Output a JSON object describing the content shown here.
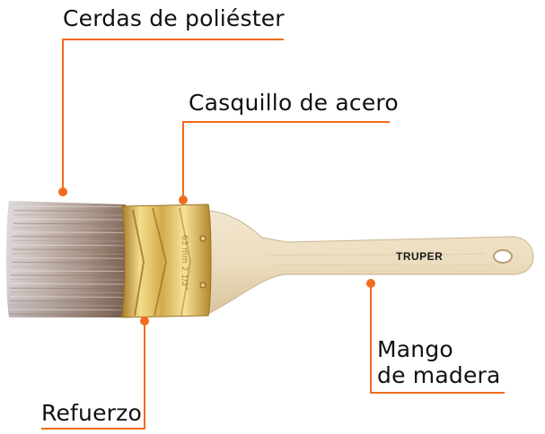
{
  "colors": {
    "accent": "#f26b1d",
    "bristle_light": "#cbc4c2",
    "bristle_mid": "#a69187",
    "bristle_dark": "#7d6455",
    "ferrule_gold": "#d9b45a",
    "handle_wood": "#eadbbf"
  },
  "labels": {
    "bristles": "Cerdas de poliéster",
    "ferrule": "Casquillo de acero",
    "handle_line1": "Mango",
    "handle_line2": "de madera",
    "reinforcement": "Refuerzo"
  },
  "brand": "TRUPER",
  "ferrule_stamp": "63 mm 2 1/2\""
}
